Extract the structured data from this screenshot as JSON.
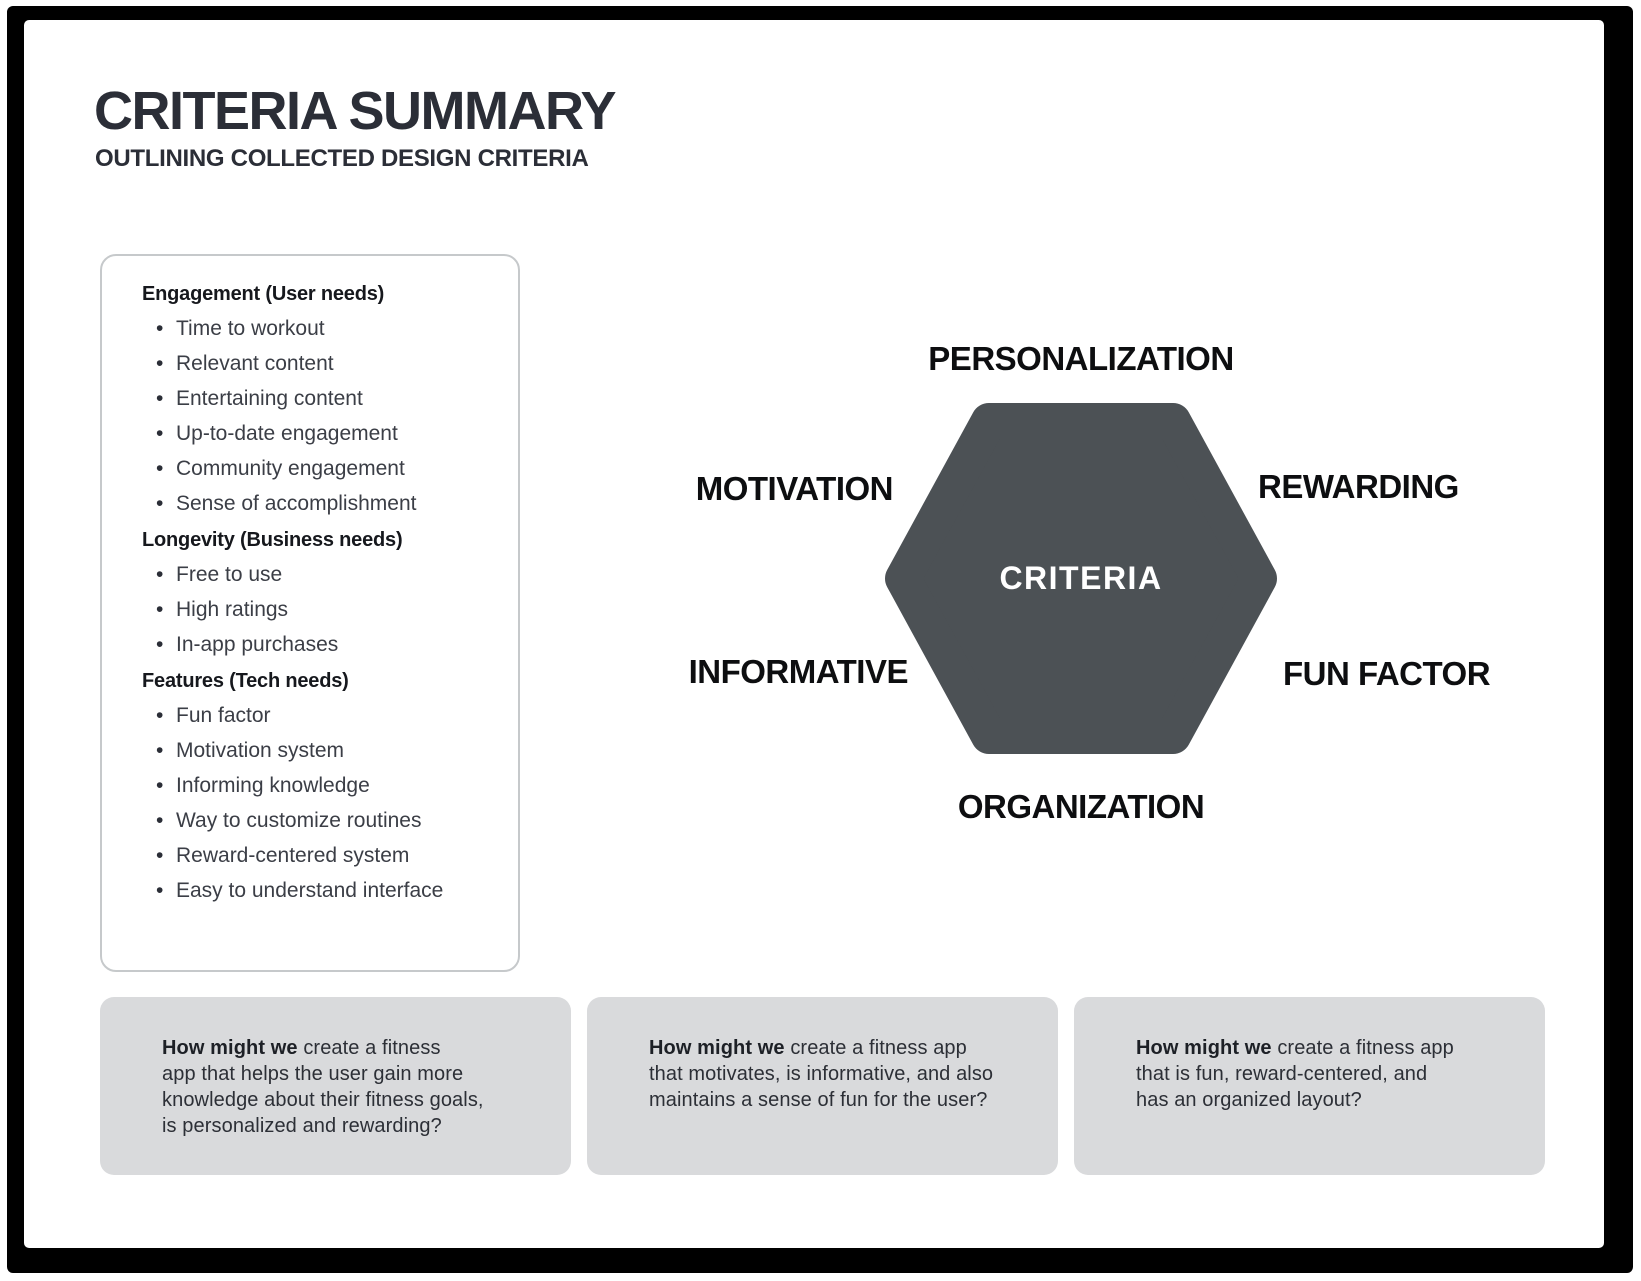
{
  "page": {
    "title": "CRITERIA SUMMARY",
    "subtitle": "OUTLINING COLLECTED DESIGN CRITERIA"
  },
  "criteria_list": {
    "sections": [
      {
        "heading": "Engagement (User needs)",
        "items": [
          "Time to workout",
          "Relevant content",
          "Entertaining content",
          "Up-to-date engagement",
          "Community engagement",
          "Sense of accomplishment"
        ]
      },
      {
        "heading": "Longevity (Business needs)",
        "items": [
          "Free to use",
          "High ratings",
          "In-app purchases"
        ]
      },
      {
        "heading": "Features (Tech needs)",
        "items": [
          "Fun factor",
          "Motivation system",
          "Informing knowledge",
          "Way to customize routines",
          "Reward-centered system",
          "Easy to understand interface"
        ]
      }
    ]
  },
  "diagram": {
    "center_label": "CRITERIA",
    "hex_color": "#4c5155",
    "labels": {
      "top": "PERSONALIZATION",
      "left_upper": "MOTIVATION",
      "right_upper": "REWARDING",
      "left_lower": "INFORMATIVE",
      "right_lower": "FUN FACTOR",
      "bottom": "ORGANIZATION"
    }
  },
  "hmw_cards": [
    {
      "lead": "How might we",
      "rest": "create a fitness\napp that helps the user gain more\nknowledge about their fitness goals,\nis personalized and rewarding?"
    },
    {
      "lead": "How might we",
      "rest": "create a fitness app\nthat motivates, is informative, and also\nmaintains a sense of fun for the user?"
    },
    {
      "lead": "How might we",
      "rest": "create a fitness app\nthat is fun, reward-centered, and\nhas an organized layout?"
    }
  ]
}
